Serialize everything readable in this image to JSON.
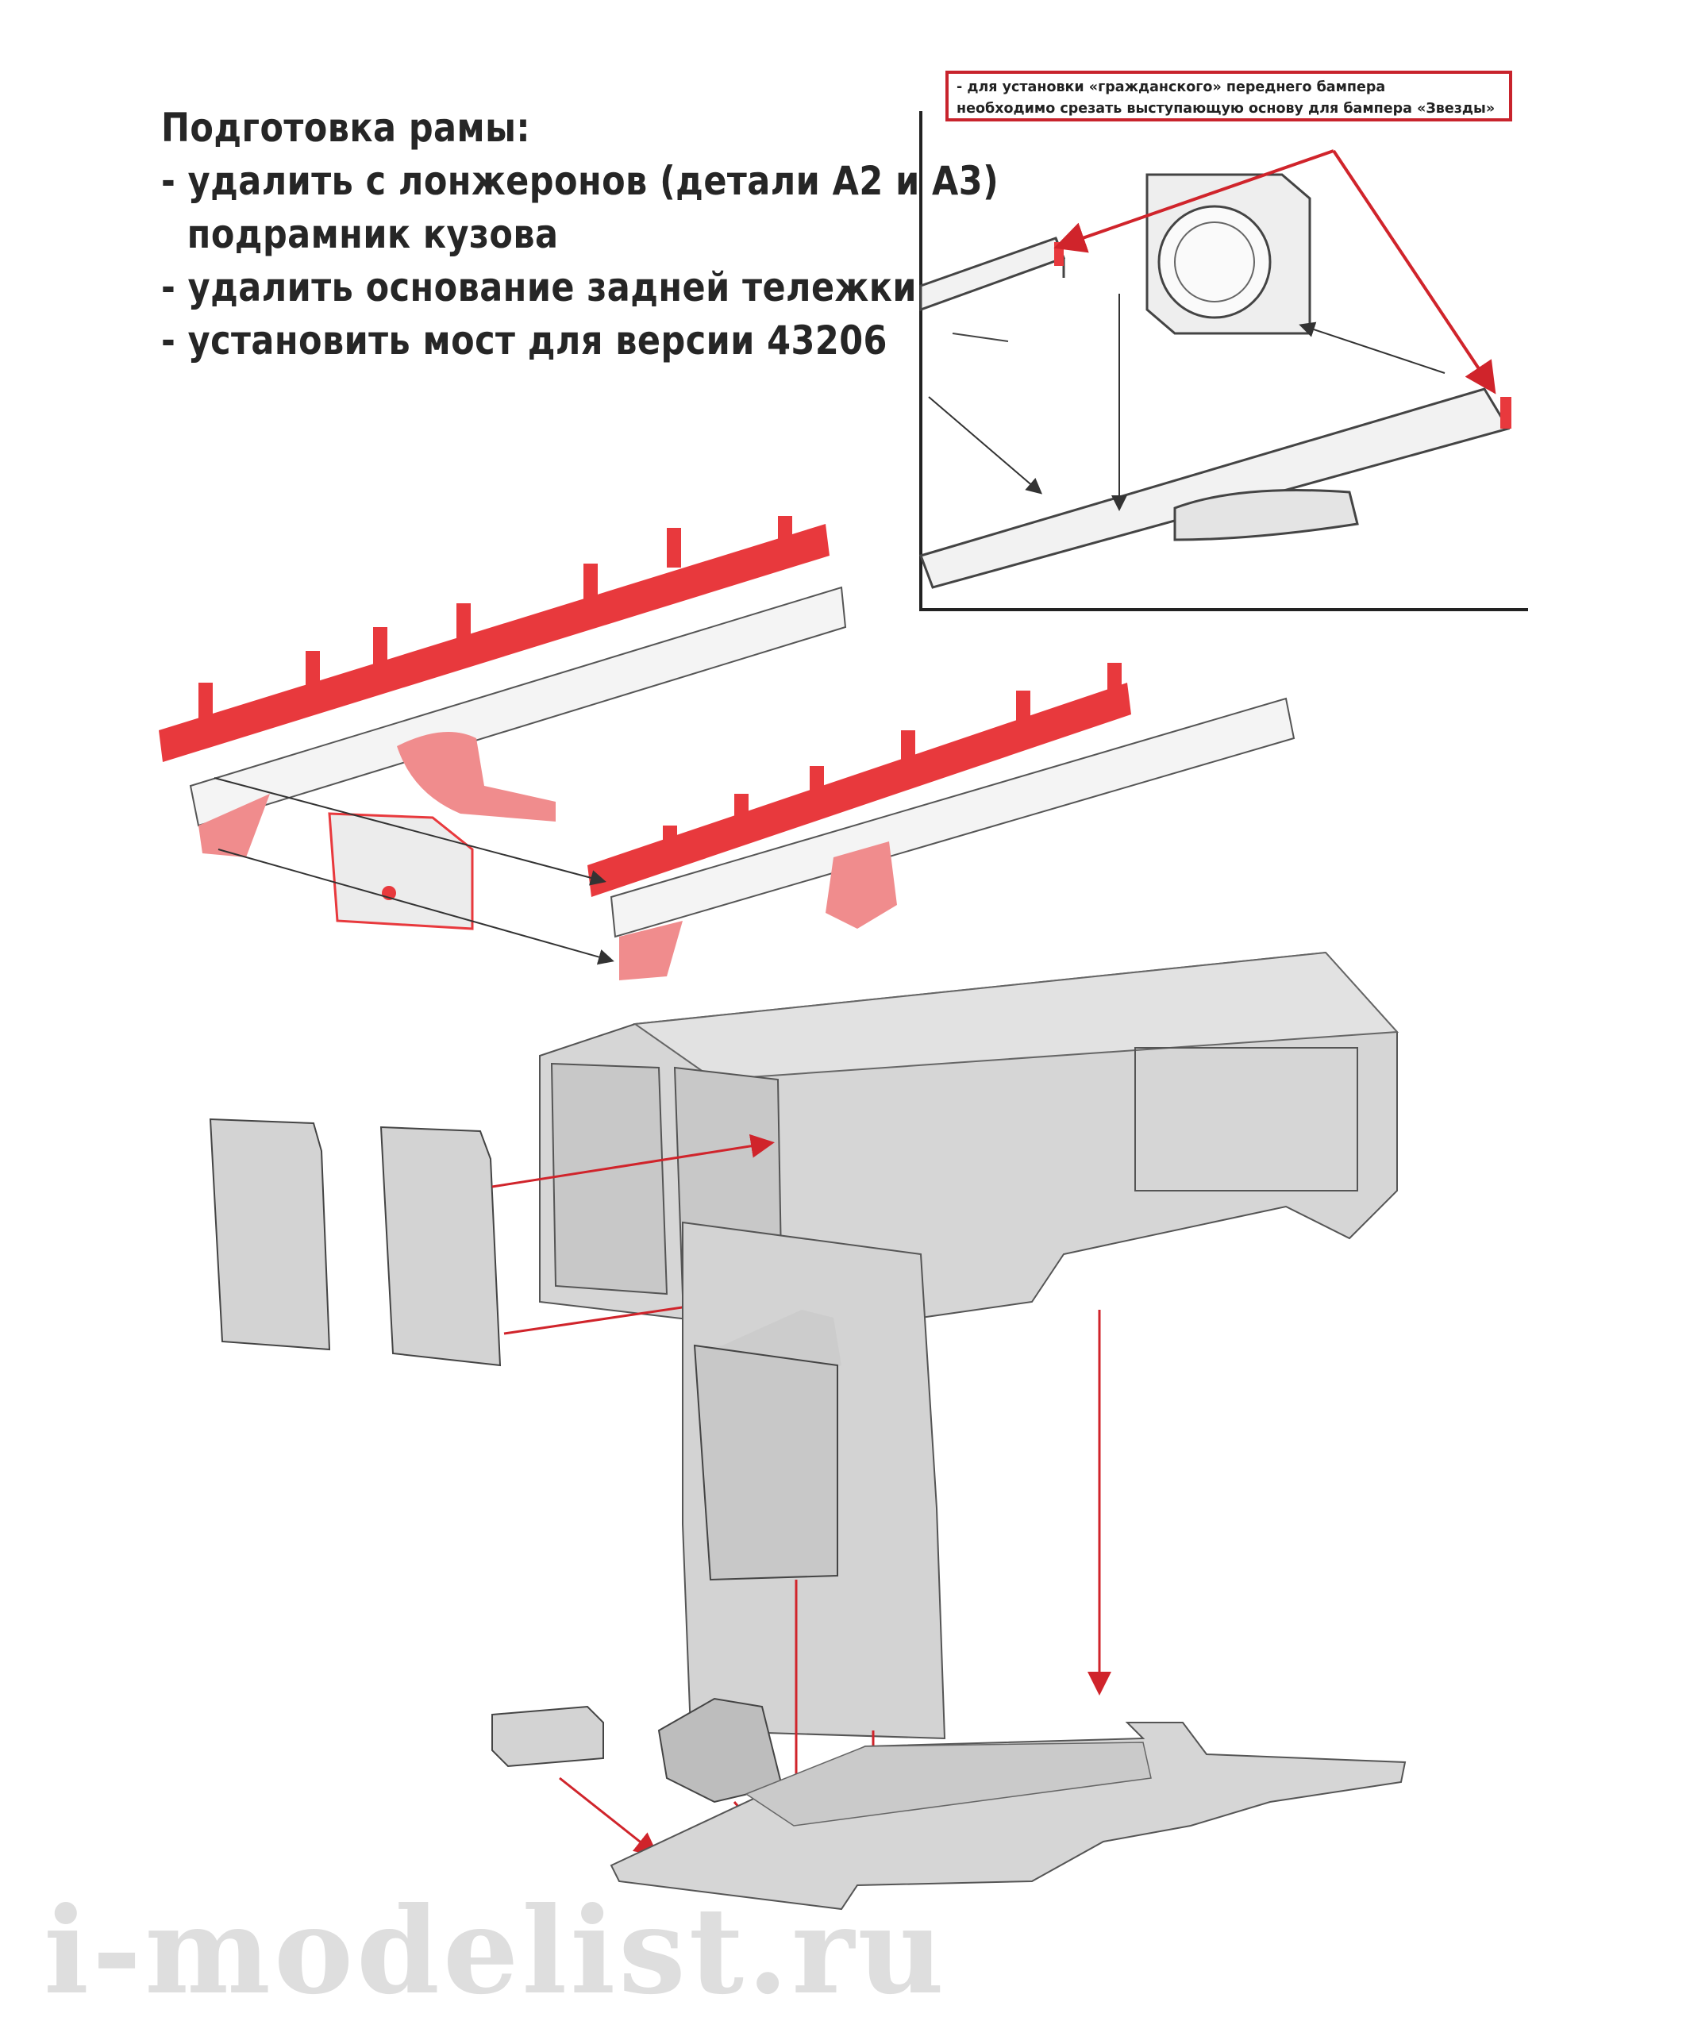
{
  "instructions": {
    "heading": "Подготовка рамы:",
    "steps": [
      "- удалить с лонжеронов (детали А2 и А3)",
      "подрамник кузова",
      "- удалить основание задней тележки",
      "- установить мост для версии 43206"
    ]
  },
  "note": {
    "lines": [
      "- для установки «гражданского» переднего бампера",
      "необходимо срезать выступающую основу для бампера «Звезды»"
    ]
  },
  "watermark": "i-modelist.ru",
  "colors": {
    "highlight": "#e8393d",
    "arrow": "#d0242b",
    "part": "#d9d9d9",
    "outline": "#555555"
  }
}
